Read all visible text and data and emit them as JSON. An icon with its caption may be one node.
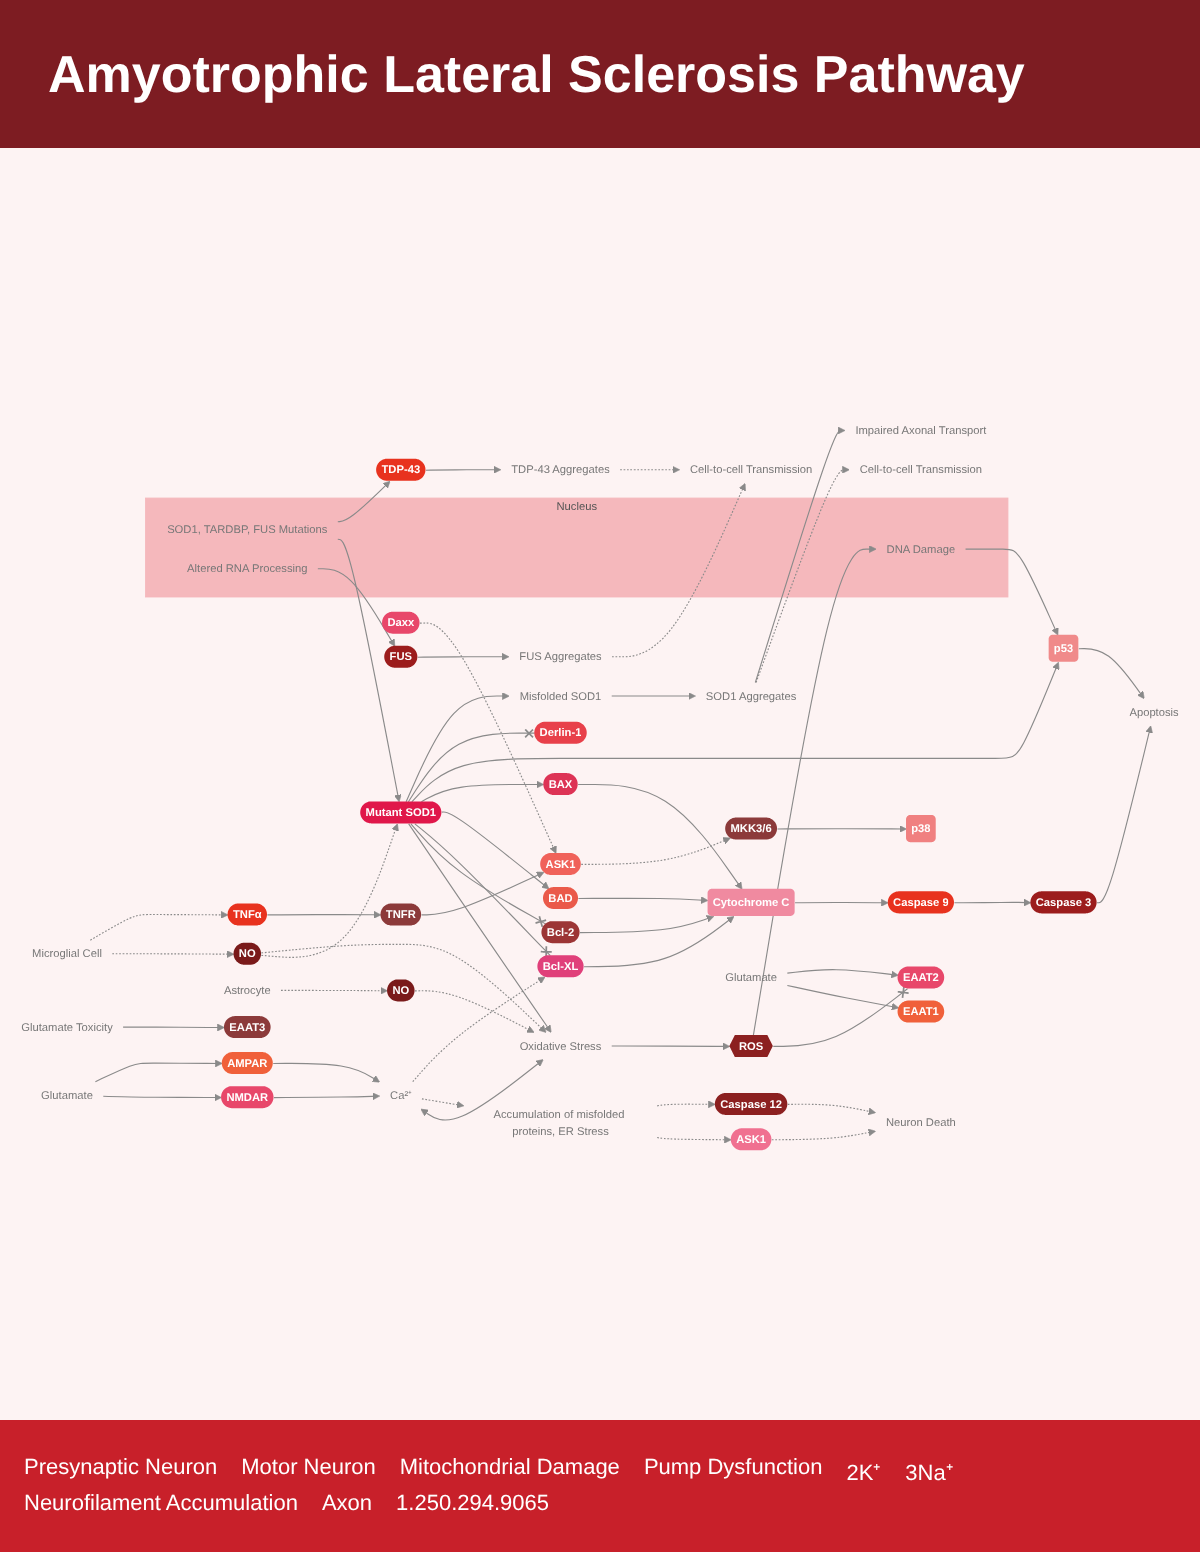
{
  "diagram": {
    "title": "Amyotrophic Lateral Sclerosis Pathway",
    "nodes": [
      {
        "text": [
          "EAAT3"
        ]
      },
      {
        "text": [
          "Glutamate Toxicity"
        ]
      },
      {
        "text": [
          "Glutamate"
        ]
      },
      {
        "text": [
          "NMDAR"
        ]
      },
      {
        "text": [
          "AMPAR"
        ]
      },
      {
        "text": [
          "Ca²⁺"
        ]
      },
      {
        "text": [
          "NO"
        ]
      },
      {
        "text": [
          "Microglial Cell"
        ]
      },
      {
        "text": [
          "TNFα"
        ]
      },
      {
        "text": [
          "TNFR"
        ]
      },
      {
        "text": [
          "Daxx"
        ]
      },
      {
        "text": [
          "ASK1"
        ]
      },
      {
        "text": [
          "MKK3/6"
        ]
      },
      {
        "text": [
          "Mutant SOD1"
        ]
      },
      {
        "text": [
          "Bcl-2"
        ]
      },
      {
        "text": [
          "BAX"
        ]
      },
      {
        "text": [
          "BAD"
        ]
      },
      {
        "text": [
          "Bcl-XL"
        ]
      },
      {
        "text": [
          "Cytochrome C"
        ]
      },
      {
        "text": [
          "Caspase 9"
        ]
      },
      {
        "text": [
          "Caspase 3"
        ]
      },
      {
        "text": [
          "Apoptosis"
        ]
      },
      {
        "text": [
          "p38"
        ]
      },
      {
        "text": [
          "Oxidative Stress"
        ]
      },
      {
        "text": [
          "Derlin-1"
        ]
      },
      {
        "text": [
          "Accumulation of misfolded proteins, ER Stress"
        ]
      },
      {
        "text": [
          "Nucleus"
        ]
      },
      {
        "text": [
          "SOD1, TARDBP, FUS Mutations"
        ],
        "in": 26
      },
      {
        "text": [
          "Altered RNA Processing"
        ],
        "in": 26
      },
      {
        "text": [
          "DNA Damage"
        ],
        "in": 26
      },
      {
        "text": [
          "p53"
        ]
      },
      {
        "text": [
          "ASK1"
        ]
      },
      {
        "text": [
          "Caspase 12"
        ]
      },
      {
        "text": [
          "Neuron Death"
        ]
      },
      {
        "text": [
          "ROS"
        ]
      },
      {
        "text": [
          "TDP-43"
        ]
      },
      {
        "text": [
          "FUS"
        ]
      },
      {
        "text": [
          "TDP-43 Aggregates"
        ]
      },
      {
        "text": [
          "FUS Aggregates"
        ]
      },
      {
        "text": [
          "Misfolded SOD1"
        ]
      },
      {
        "text": [
          "SOD1 Aggregates"
        ]
      },
      {
        "text": [
          "Cell-to-cell Transmission"
        ]
      },
      {
        "text": [
          "Impaired Axonal Transport"
        ]
      },
      {
        "text": [
          "EAAT1"
        ]
      },
      {
        "text": [
          "EAAT2"
        ]
      },
      {
        "text": [
          "Glutamate"
        ]
      },
      {
        "text": [
          "Cell-to-cell Transmission"
        ]
      },
      {
        "text": [
          "Astrocyte"
        ]
      },
      {
        "text": [
          "NO"
        ]
      }
    ],
    "edges": [
      {
        "from": 1,
        "to": 0,
        "arrow": "to"
      },
      {
        "from": 2,
        "to": 3,
        "arrow": "to"
      },
      {
        "from": 2,
        "to": 4,
        "arrow": "to"
      },
      {
        "from": 3,
        "to": 5,
        "arrow": "to"
      },
      {
        "from": 4,
        "to": 5,
        "arrow": "to"
      },
      {
        "from": 7,
        "to": 6,
        "arrow": "to",
        "style": "dashed"
      },
      {
        "from": 7,
        "to": 8,
        "arrow": "to",
        "style": "dashed"
      },
      {
        "from": 8,
        "to": 9,
        "arrow": "to"
      },
      {
        "from": 9,
        "to": 11,
        "arrow": "to"
      },
      {
        "from": 10,
        "to": 11,
        "arrow": "to",
        "style": "dashed"
      },
      {
        "from": 11,
        "to": 12,
        "arrow": "to",
        "style": "dashed"
      },
      {
        "from": 12,
        "to": 22,
        "arrow": "to"
      },
      {
        "from": 6,
        "to": 13,
        "arrow": "to",
        "style": "dashed"
      },
      {
        "from": 6,
        "to": 23,
        "arrow": "to",
        "style": "dashed"
      },
      {
        "from": 5,
        "to": 23,
        "arrow": "both"
      },
      {
        "from": 13,
        "to": 23,
        "arrow": "to"
      },
      {
        "from": 5,
        "to": 25,
        "arrow": "to",
        "style": "dashed"
      },
      {
        "from": 5,
        "to": 17,
        "arrow": "to",
        "style": "dashed"
      },
      {
        "from": 13,
        "to": 14,
        "arrow": "other"
      },
      {
        "from": 13,
        "to": 17,
        "arrow": "other"
      },
      {
        "from": 13,
        "to": 16,
        "arrow": "to"
      },
      {
        "from": 13,
        "to": 15,
        "arrow": "to"
      },
      {
        "from": 14,
        "to": 18,
        "arrow": "to"
      },
      {
        "from": 17,
        "to": 18,
        "arrow": "to"
      },
      {
        "from": 16,
        "to": 18,
        "arrow": "to"
      },
      {
        "from": 15,
        "to": 18,
        "arrow": "to"
      },
      {
        "from": 18,
        "to": 19,
        "arrow": "to"
      },
      {
        "from": 19,
        "to": 20,
        "arrow": "to"
      },
      {
        "from": 20,
        "to": 21,
        "arrow": "to"
      },
      {
        "from": 30,
        "to": 21,
        "arrow": "to"
      },
      {
        "from": 29,
        "to": 30,
        "arrow": "to"
      },
      {
        "from": 13,
        "to": 30,
        "arrow": "to"
      },
      {
        "from": 13,
        "to": 24,
        "arrow": "other"
      },
      {
        "from": 27,
        "to": 13,
        "arrow": "to"
      },
      {
        "from": 13,
        "to": 39,
        "arrow": "to"
      },
      {
        "from": 27,
        "to": 35,
        "arrow": "to"
      },
      {
        "from": 28,
        "to": 36,
        "arrow": "to"
      },
      {
        "from": 25,
        "to": 31,
        "arrow": "to",
        "style": "dashed"
      },
      {
        "from": 25,
        "to": 32,
        "arrow": "to",
        "style": "dashed"
      },
      {
        "from": 31,
        "to": 33,
        "arrow": "to",
        "style": "dashed"
      },
      {
        "from": 32,
        "to": 33,
        "arrow": "to",
        "style": "dashed"
      },
      {
        "from": 23,
        "to": 34,
        "arrow": "to"
      },
      {
        "from": 34,
        "to": 29,
        "arrow": "to"
      },
      {
        "from": 34,
        "to": 44,
        "arrow": "other"
      },
      {
        "from": 35,
        "to": 37,
        "arrow": "to"
      },
      {
        "from": 36,
        "to": 38,
        "arrow": "to"
      },
      {
        "from": 37,
        "to": 46,
        "arrow": "to",
        "style": "dashed"
      },
      {
        "from": 38,
        "to": 46,
        "arrow": "to",
        "style": "dashed"
      },
      {
        "from": 39,
        "to": 40,
        "arrow": "to"
      },
      {
        "from": 40,
        "to": 41,
        "arrow": "to",
        "style": "dashed"
      },
      {
        "from": 40,
        "to": 42,
        "arrow": "to"
      },
      {
        "from": 45,
        "to": 43,
        "arrow": "to"
      },
      {
        "from": 45,
        "to": 44,
        "arrow": "to"
      },
      {
        "from": 47,
        "to": 48,
        "arrow": "to",
        "style": "dashed"
      },
      {
        "from": 48,
        "to": 23,
        "arrow": "to",
        "style": "dashed"
      }
    ],
    "labels": [
      "Presynaptic Neuron",
      "Motor Neuron",
      "Mitochondrial Damage",
      "Pump Dysfunction",
      "2K⁺",
      "3Na⁺",
      "Neurofilament Accumulation",
      "Axon",
      "1.250.294.9065"
    ]
  }
}
